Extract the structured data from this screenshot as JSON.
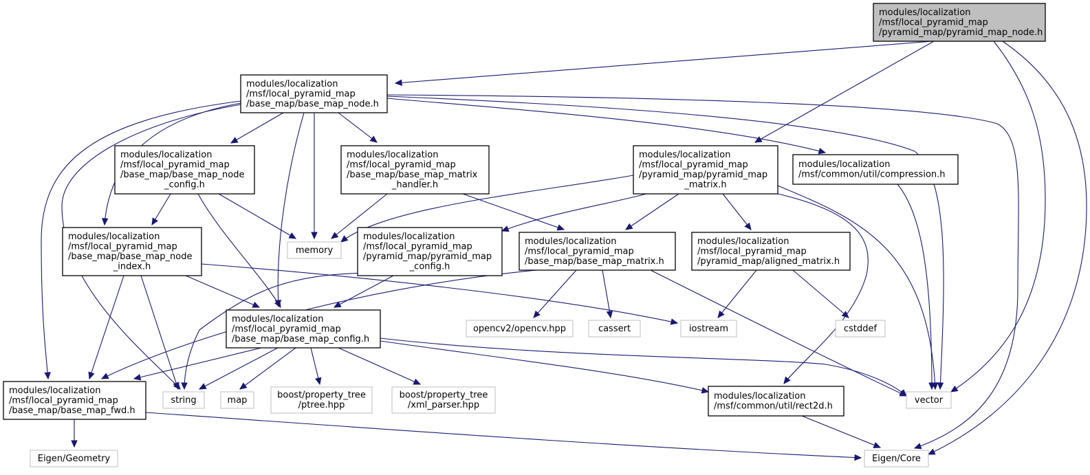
{
  "diagram": {
    "nodes": [
      {
        "id": "pmn",
        "kind": "root",
        "lines": [
          "modules/localization",
          "/msf/local_pyramid_map",
          "/pyramid_map/pyramid_map_node.h"
        ]
      },
      {
        "id": "bmn",
        "kind": "internal",
        "lines": [
          "modules/localization",
          "/msf/local_pyramid_map",
          "/base_map/base_map_node.h"
        ]
      },
      {
        "id": "bmnc",
        "kind": "internal",
        "lines": [
          "modules/localization",
          "/msf/local_pyramid_map",
          "/base_map/base_map_node",
          "_config.h"
        ]
      },
      {
        "id": "bmmh",
        "kind": "internal",
        "lines": [
          "modules/localization",
          "/msf/local_pyramid_map",
          "/base_map/base_map_matrix",
          "_handler.h"
        ]
      },
      {
        "id": "pmm",
        "kind": "internal",
        "lines": [
          "modules/localization",
          "/msf/local_pyramid_map",
          "/pyramid_map/pyramid_map",
          "_matrix.h"
        ]
      },
      {
        "id": "comp",
        "kind": "internal",
        "lines": [
          "modules/localization",
          "/msf/common/util/compression.h"
        ]
      },
      {
        "id": "bmni",
        "kind": "internal",
        "lines": [
          "modules/localization",
          "/msf/local_pyramid_map",
          "/base_map/base_map_node",
          "_index.h"
        ]
      },
      {
        "id": "memory",
        "kind": "external",
        "lines": [
          "memory"
        ]
      },
      {
        "id": "pmc",
        "kind": "internal",
        "lines": [
          "modules/localization",
          "/msf/local_pyramid_map",
          "/pyramid_map/pyramid_map",
          "_config.h"
        ]
      },
      {
        "id": "bmm",
        "kind": "internal",
        "lines": [
          "modules/localization",
          "/msf/local_pyramid_map",
          "/base_map/base_map_matrix.h"
        ]
      },
      {
        "id": "am",
        "kind": "internal",
        "lines": [
          "modules/localization",
          "/msf/local_pyramid_map",
          "/pyramid_map/aligned_matrix.h"
        ]
      },
      {
        "id": "bmc",
        "kind": "internal",
        "lines": [
          "modules/localization",
          "/msf/local_pyramid_map",
          "/base_map/base_map_config.h"
        ]
      },
      {
        "id": "opencv",
        "kind": "external",
        "lines": [
          "opencv2/opencv.hpp"
        ]
      },
      {
        "id": "cassert",
        "kind": "external",
        "lines": [
          "cassert"
        ]
      },
      {
        "id": "iostream",
        "kind": "external",
        "lines": [
          "iostream"
        ]
      },
      {
        "id": "cstddef",
        "kind": "external",
        "lines": [
          "cstddef"
        ]
      },
      {
        "id": "fwd",
        "kind": "internal",
        "lines": [
          "modules/localization",
          "/msf/local_pyramid_map",
          "/base_map/base_map_fwd.h"
        ]
      },
      {
        "id": "string",
        "kind": "external",
        "lines": [
          "string"
        ]
      },
      {
        "id": "map",
        "kind": "external",
        "lines": [
          "map"
        ]
      },
      {
        "id": "ptree",
        "kind": "external",
        "lines": [
          "boost/property_tree",
          "/ptree.hpp"
        ]
      },
      {
        "id": "xml",
        "kind": "external",
        "lines": [
          "boost/property_tree",
          "/xml_parser.hpp"
        ]
      },
      {
        "id": "rect2d",
        "kind": "internal",
        "lines": [
          "modules/localization",
          "/msf/common/util/rect2d.h"
        ]
      },
      {
        "id": "vector",
        "kind": "external",
        "lines": [
          "vector"
        ]
      },
      {
        "id": "geometry",
        "kind": "external",
        "lines": [
          "Eigen/Geometry"
        ]
      },
      {
        "id": "core",
        "kind": "external",
        "lines": [
          "Eigen/Core"
        ]
      }
    ],
    "edges": [
      {
        "from": "pmn",
        "to": "bmn"
      },
      {
        "from": "pmn",
        "to": "pmm"
      },
      {
        "from": "pmn",
        "to": "vector"
      },
      {
        "from": "pmn",
        "to": "core"
      },
      {
        "from": "bmn",
        "to": "bmnc"
      },
      {
        "from": "bmn",
        "to": "bmmh"
      },
      {
        "from": "bmn",
        "to": "comp"
      },
      {
        "from": "bmn",
        "to": "bmni"
      },
      {
        "from": "bmn",
        "to": "memory"
      },
      {
        "from": "bmn",
        "to": "bmc"
      },
      {
        "from": "bmn",
        "to": "fwd"
      },
      {
        "from": "bmn",
        "to": "string"
      },
      {
        "from": "bmn",
        "to": "vector"
      },
      {
        "from": "bmn",
        "to": "core"
      },
      {
        "from": "bmnc",
        "to": "bmni"
      },
      {
        "from": "bmnc",
        "to": "memory"
      },
      {
        "from": "bmnc",
        "to": "bmc"
      },
      {
        "from": "bmmh",
        "to": "memory"
      },
      {
        "from": "bmmh",
        "to": "bmm"
      },
      {
        "from": "pmm",
        "to": "memory"
      },
      {
        "from": "pmm",
        "to": "pmc"
      },
      {
        "from": "pmm",
        "to": "bmm"
      },
      {
        "from": "pmm",
        "to": "am"
      },
      {
        "from": "pmm",
        "to": "rect2d"
      },
      {
        "from": "pmm",
        "to": "vector"
      },
      {
        "from": "comp",
        "to": "vector"
      },
      {
        "from": "bmni",
        "to": "bmc"
      },
      {
        "from": "bmni",
        "to": "fwd"
      },
      {
        "from": "bmni",
        "to": "string"
      },
      {
        "from": "bmni",
        "to": "iostream"
      },
      {
        "from": "pmc",
        "to": "bmc"
      },
      {
        "from": "pmc",
        "to": "string"
      },
      {
        "from": "bmm",
        "to": "opencv"
      },
      {
        "from": "bmm",
        "to": "cassert"
      },
      {
        "from": "bmm",
        "to": "vector"
      },
      {
        "from": "bmm",
        "to": "fwd"
      },
      {
        "from": "am",
        "to": "iostream"
      },
      {
        "from": "am",
        "to": "cstddef"
      },
      {
        "from": "bmc",
        "to": "fwd"
      },
      {
        "from": "bmc",
        "to": "string"
      },
      {
        "from": "bmc",
        "to": "map"
      },
      {
        "from": "bmc",
        "to": "ptree"
      },
      {
        "from": "bmc",
        "to": "xml"
      },
      {
        "from": "bmc",
        "to": "rect2d"
      },
      {
        "from": "bmc",
        "to": "vector"
      },
      {
        "from": "fwd",
        "to": "geometry"
      },
      {
        "from": "fwd",
        "to": "core"
      },
      {
        "from": "rect2d",
        "to": "core"
      }
    ]
  }
}
